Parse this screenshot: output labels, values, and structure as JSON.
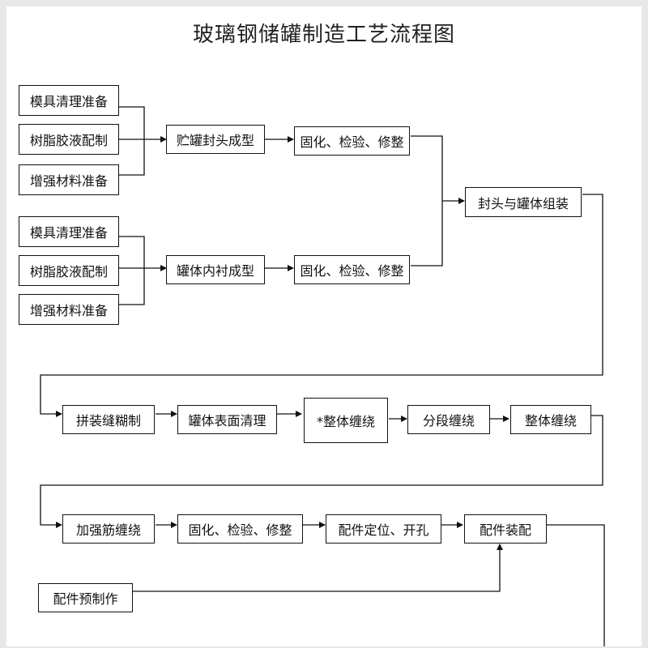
{
  "title": "玻璃钢储罐制造工艺流程图",
  "nodes": {
    "mold_cleaning_1": "模具清理准备",
    "resin_prep_1": "树脂胶液配制",
    "reinforcement_prep_1": "增强材料准备",
    "head_forming": "贮罐封头成型",
    "cure_inspect_1": "固化、检验、修整",
    "assembly": "封头与罐体组装",
    "mold_cleaning_2": "模具清理准备",
    "resin_prep_2": "树脂胶液配制",
    "reinforcement_prep_2": "增强材料准备",
    "liner_forming": "罐体内衬成型",
    "cure_inspect_2": "固化、检验、修整",
    "seam_pasting": "拼装缝糊制",
    "surface_cleaning": "罐体表面清理",
    "overall_winding_star": "*整体缠绕",
    "segment_winding": "分段缠绕",
    "overall_winding": "整体缠绕",
    "rib_winding": "加强筋缠绕",
    "cure_inspect_3": "固化、检验、修整",
    "fitting_positioning": "配件定位、开孔",
    "fitting_assembly": "配件装配",
    "fitting_prefab": "配件预制作"
  }
}
